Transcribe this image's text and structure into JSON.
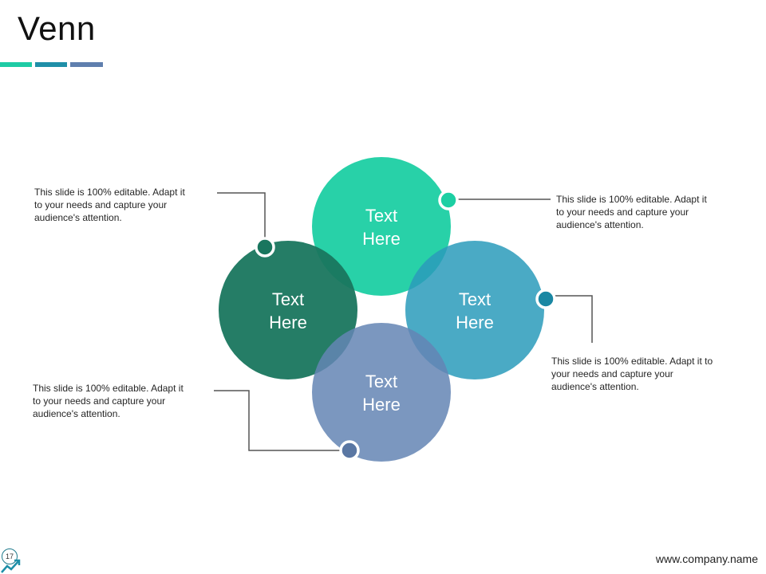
{
  "slide": {
    "title": "Venn",
    "footer_url": "www.company.name",
    "page_number": "17"
  },
  "colors": {
    "accent_1": "#1ecba5",
    "accent_2": "#1f8fa8",
    "accent_3": "#5f7fae",
    "circle_top": "#1ccfa3",
    "circle_left": "#19765e",
    "circle_right": "#2a9bbb",
    "circle_bottom": "#6485b4",
    "connector": "#555555"
  },
  "circles": {
    "top": {
      "line1": "Text",
      "line2": "Here"
    },
    "left": {
      "line1": "Text",
      "line2": "Here"
    },
    "right": {
      "line1": "Text",
      "line2": "Here"
    },
    "bottom": {
      "line1": "Text",
      "line2": "Here"
    }
  },
  "notes": {
    "top_left": "This slide is 100% editable. Adapt it\nto your needs and capture your\naudience's attention.",
    "top_right": "This slide is 100% editable. Adapt it\nto your needs and capture your\naudience's attention.",
    "bottom_left": "This slide is 100% editable. Adapt it\nto your needs and capture your\naudience's attention.",
    "bottom_right": "This slide is 100% editable. Adapt it to\nyour needs and capture your\naudience's attention."
  },
  "icons": {
    "footer": "trend-arrow-icon"
  }
}
